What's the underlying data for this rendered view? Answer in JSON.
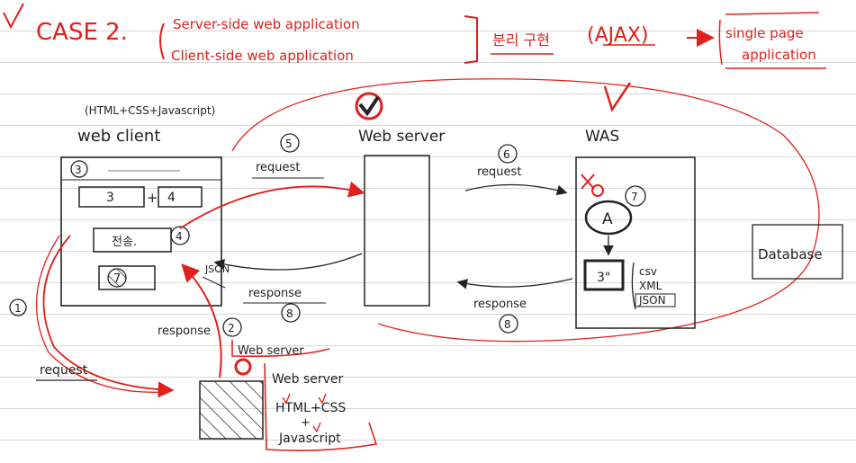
{
  "header": {
    "case_label": "CASE 2.",
    "server_side": "Server-side web application",
    "client_side": "Client-side web application",
    "separation": "분리 구현",
    "ajax": "(AJAX)",
    "spa_line1": "single page",
    "spa_line2": "application"
  },
  "web_client": {
    "tech": "(HTML+CSS+Javascript)",
    "title": "web client",
    "step_label": "3",
    "input_a": "3",
    "plus": "+",
    "input_b": "4",
    "send_button": "전송.",
    "send_step": "4",
    "result": "7",
    "json_label": "JSON"
  },
  "web_server": {
    "title": "Web server",
    "req_step": "5",
    "req_label": "request",
    "resp_label": "response",
    "resp_step": "8"
  },
  "was": {
    "title": "WAS",
    "req_step": "6",
    "req_label": "request",
    "resp_label": "response",
    "resp_step": "8",
    "step7": "7",
    "component": "A",
    "result": "3\"",
    "formats": [
      "csv",
      "XML",
      "JSON"
    ]
  },
  "database": {
    "label": "Database"
  },
  "initial": {
    "step1": "1",
    "request": "request",
    "response": "response",
    "step2": "2",
    "ws_label": "Web server",
    "ws_sub": "Web server",
    "ws_content1": "HTML+CSS",
    "ws_plus": "+",
    "ws_content2": "Javascript"
  },
  "colors": {
    "ink": "#222222",
    "red": "#e0201c",
    "grid": "#d8d8d8"
  }
}
